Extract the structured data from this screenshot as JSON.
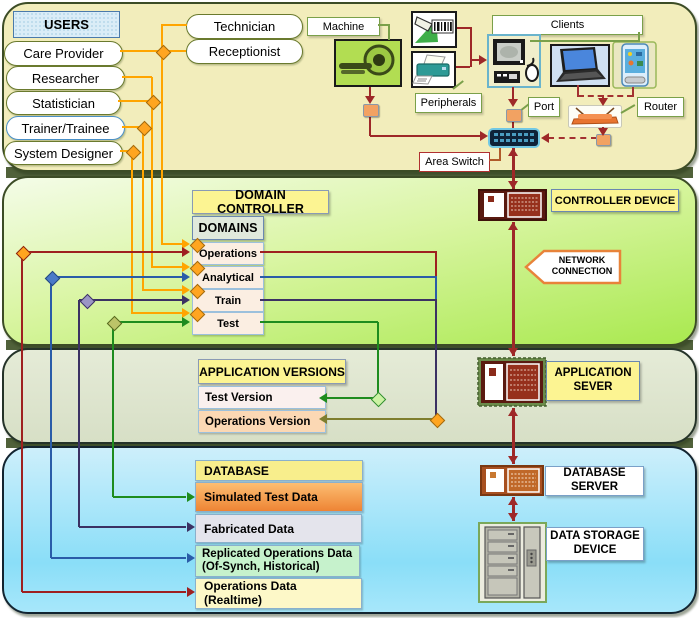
{
  "palette": {
    "band_users_bg": "#f2edbb",
    "band_domains_gradient": [
      "#f4fce8",
      "#a9e94f"
    ],
    "band_appver_bg": "#dfe6cf",
    "band_db_gradient": [
      "#cdeffb",
      "#8adef8"
    ],
    "line_users": "#ffa500",
    "line_operations": "#9e2020",
    "line_analytical": "#2a5ca8",
    "line_train": "#3b3163",
    "line_test": "#1e8c1e",
    "line_operations_version": "#7e7e2e",
    "line_network": "#9e2828"
  },
  "users_band": {
    "header": "USERS",
    "users": [
      "Care Provider",
      "Researcher",
      "Statistician",
      "Trainer/Trainee",
      "System Designer"
    ],
    "staff": [
      "Technician",
      "Receptionist"
    ],
    "machine_label": "Machine",
    "clients_label": "Clients",
    "peripherals_label": "Peripherals",
    "port_label": "Port",
    "router_label": "Router",
    "area_switch_label": "Area Switch"
  },
  "domain_band": {
    "header": "DOMAIN CONTROLLER",
    "domains_header": "DOMAINS",
    "domains": [
      "Operations",
      "Analytical",
      "Train",
      "Test"
    ],
    "controller_device_label": "CONTROLLER DEVICE",
    "network_connection_line1": "NETWORK",
    "network_connection_line2": "CONNECTION"
  },
  "appver_band": {
    "header": "APPLICATION VERSIONS",
    "test_version_label": "Test Version",
    "operations_version_label": "Operations Version",
    "server_label_line1": "APPLICATION",
    "server_label_line2": "SEVER"
  },
  "db_band": {
    "header": "DATABASE",
    "simulated_label": "Simulated Test Data",
    "fabricated_label": "Fabricated Data",
    "replicated_line1": "Replicated Operations Data",
    "replicated_line2": "(Of-Synch, Historical)",
    "operations_data_line1": "Operations Data",
    "operations_data_line2": "(Realtime)",
    "db_server_line1": "DATABASE",
    "db_server_line2": "SERVER",
    "storage_line1": "DATA STORAGE",
    "storage_line2": "DEVICE"
  },
  "connections": {
    "users_to_domains": [
      {
        "from": [
          "Technician",
          "Receptionist",
          "Care Provider"
        ],
        "to": "Operations"
      },
      {
        "from": [
          "Researcher",
          "Statistician"
        ],
        "to": "Analytical"
      },
      {
        "from": [
          "Trainer/Trainee"
        ],
        "to": "Train"
      },
      {
        "from": [
          "System Designer"
        ],
        "to": "Test"
      }
    ],
    "domains_to_versions": [
      {
        "from": [
          "Operations",
          "Analytical",
          "Train"
        ],
        "to": "Operations Version"
      },
      {
        "from": [
          "Test"
        ],
        "to": "Test Version"
      }
    ],
    "domains_to_data": [
      {
        "from": "Operations",
        "to": "Operations Data (Realtime)"
      },
      {
        "from": "Analytical",
        "to": "Replicated Operations Data (Of-Synch, Historical)"
      },
      {
        "from": "Train",
        "to": "Fabricated Data"
      },
      {
        "from": "Test",
        "to": "Simulated Test Data"
      }
    ],
    "backbone": [
      "Area Switch",
      "Controller Device",
      "Application Sever",
      "Database Server",
      "Data Storage Device"
    ]
  }
}
